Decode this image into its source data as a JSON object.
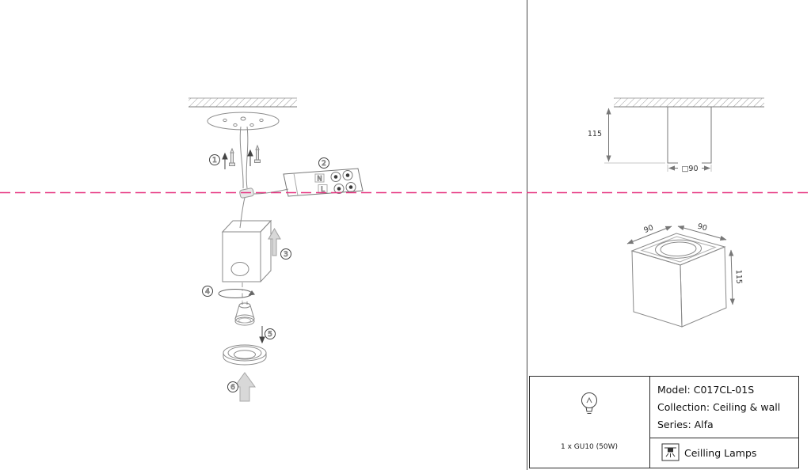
{
  "page": {
    "cutline_color": "#e6317f"
  },
  "install_steps": {
    "step1": "1",
    "step2": "2",
    "step3": "3",
    "step4": "4",
    "step5": "5",
    "step6": "6"
  },
  "terminal_block": {
    "neutral": "N",
    "live": "L"
  },
  "front_view": {
    "height": "115",
    "width": "□90"
  },
  "iso_view": {
    "depth": "90",
    "width": "90",
    "height": "115"
  },
  "info_panel": {
    "bulb_caption": "1 x GU10 (50W)",
    "model": "Model: C017CL-01S",
    "collection": "Collection: Ceiling & wall",
    "series": "Series: Alfa",
    "category": "Ceilling Lamps"
  }
}
